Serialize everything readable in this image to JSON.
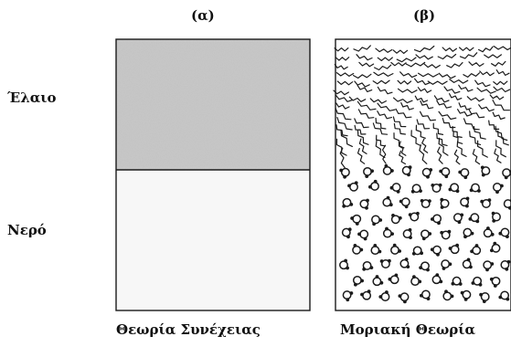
{
  "panels": {
    "a": {
      "label": "(α)",
      "caption": "Θεωρία Συνέχειας"
    },
    "b": {
      "label": "(β)",
      "caption": "Μοριακή Θεωρία"
    }
  },
  "layers": {
    "oil": "Έλαιο",
    "water": "Νερό"
  },
  "colors": {
    "oil_fill": "#c9c9c9",
    "water_fill": "#f7f7f7",
    "line": "#1a1a1a"
  }
}
